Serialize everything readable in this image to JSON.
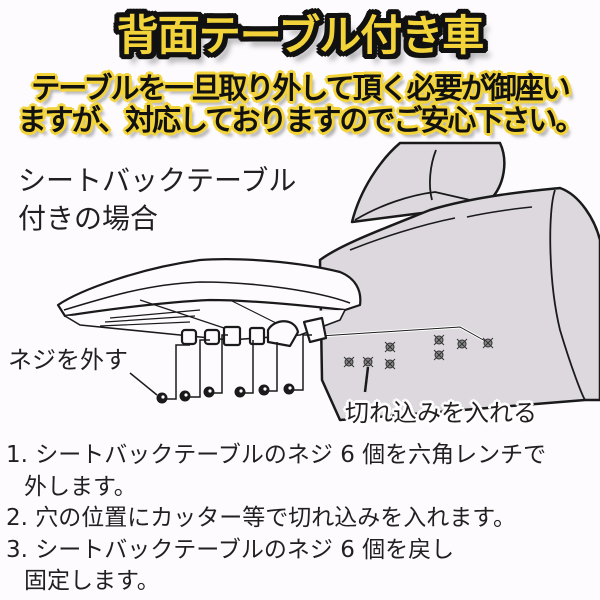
{
  "header": {
    "title": "背面テーブル付き車",
    "subtitle_lines": [
      "テーブルを一旦取り外して頂く必要が御座い",
      "ますが、対応しておりますのでご安心下さい。"
    ]
  },
  "illustration": {
    "caption_lines": [
      "シートバックテーブル",
      "付きの場合"
    ],
    "label_remove_screws": "ネジを外す",
    "label_make_cuts": "切れ込みを入れる",
    "screw_count": 6,
    "hole_marker_count": 8
  },
  "steps": [
    {
      "number": "1.",
      "lines": [
        "シートバックテーブルのネジ 6 個を六角レンチで",
        "外します。"
      ]
    },
    {
      "number": "2.",
      "lines": [
        "穴の位置にカッター等で切れ込みを入れます。"
      ]
    },
    {
      "number": "3.",
      "lines": [
        "シートバックテーブルのネジ 6 個を戻し",
        "固定します。"
      ]
    }
  ],
  "colors": {
    "background": "#fdfbfe",
    "title_fill": "#f2d43a",
    "title_outline": "#111111",
    "seat_fill": "#dcd8de",
    "line": "#1a1a1a",
    "text": "#231f20"
  }
}
